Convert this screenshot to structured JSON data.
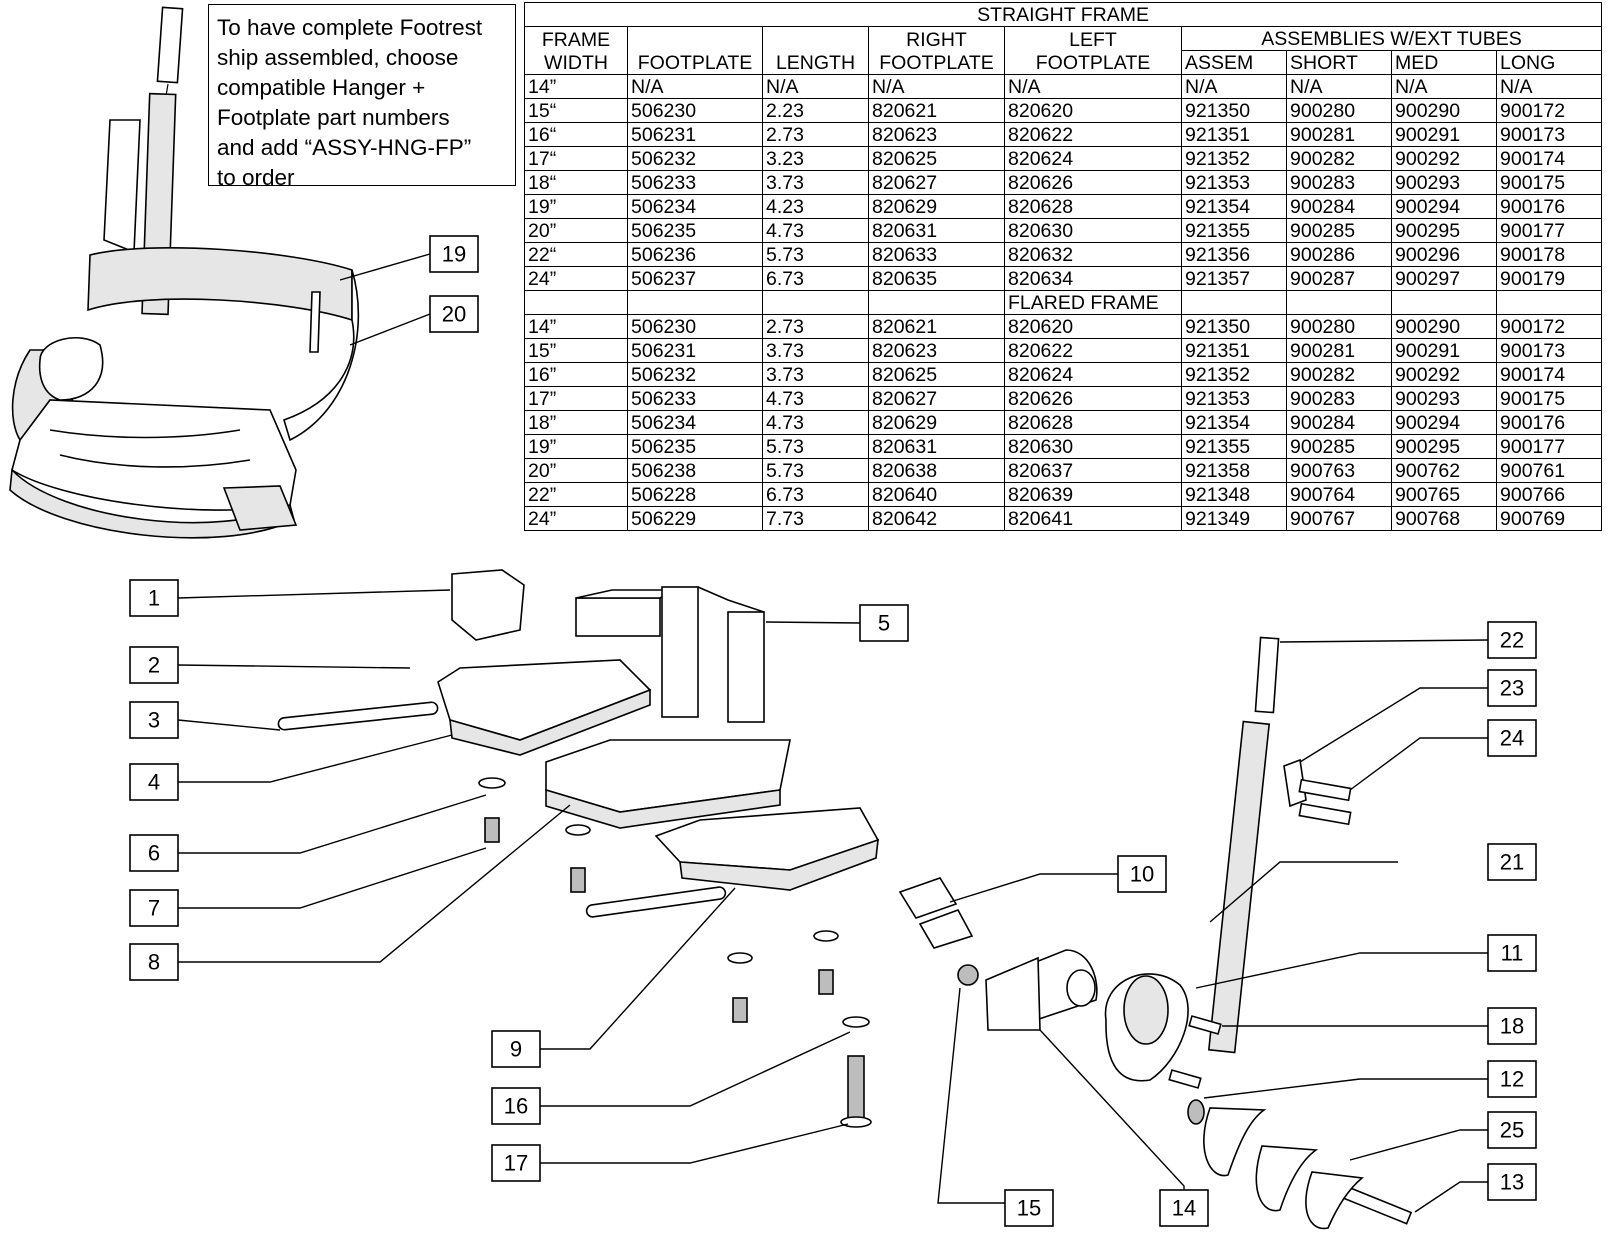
{
  "note": {
    "lines": [
      "To have complete Footrest",
      "ship assembled, choose",
      "compatible Hanger +",
      "Footplate part numbers",
      "and add “ASSY-HNG-FP”",
      "to order"
    ]
  },
  "table": {
    "title": "STRAIGHT FRAME",
    "headers": {
      "frame_width": [
        "FRAME",
        "WIDTH"
      ],
      "footplate": "FOOTPLATE",
      "length": "LENGTH",
      "right_footplate": [
        "RIGHT",
        "FOOTPLATE"
      ],
      "left_footplate": [
        "LEFT",
        "FOOTPLATE"
      ],
      "assemblies_group": "ASSEMBLIES W/EXT TUBES",
      "assem": "ASSEM",
      "short": "SHORT",
      "med": "MED",
      "long": "LONG"
    },
    "straight_rows": [
      [
        "14”",
        "N/A",
        "N/A",
        "N/A",
        "N/A",
        "N/A",
        "N/A",
        "N/A",
        "N/A"
      ],
      [
        "15“",
        "506230",
        "2.23",
        "820621",
        "820620",
        "921350",
        "900280",
        "900290",
        "900172"
      ],
      [
        "16“",
        "506231",
        "2.73",
        "820623",
        "820622",
        "921351",
        "900281",
        "900291",
        "900173"
      ],
      [
        "17“",
        "506232",
        "3.23",
        "820625",
        "820624",
        "921352",
        "900282",
        "900292",
        "900174"
      ],
      [
        "18“",
        "506233",
        "3.73",
        "820627",
        "820626",
        "921353",
        "900283",
        "900293",
        "900175"
      ],
      [
        "19”",
        "506234",
        "4.23",
        "820629",
        "820628",
        "921354",
        "900284",
        "900294",
        "900176"
      ],
      [
        "20”",
        "506235",
        "4.73",
        "820631",
        "820630",
        "921355",
        "900285",
        "900295",
        "900177"
      ],
      [
        "22“",
        "506236",
        "5.73",
        "820633",
        "820632",
        "921356",
        "900286",
        "900296",
        "900178"
      ],
      [
        "24”",
        "506237",
        "6.73",
        "820635",
        "820634",
        "921357",
        "900287",
        "900297",
        "900179"
      ]
    ],
    "flared_title": "FLARED FRAME",
    "flared_rows": [
      [
        "14”",
        "506230",
        "2.73",
        "820621",
        "820620",
        "921350",
        "900280",
        "900290",
        "900172"
      ],
      [
        "15”",
        "506231",
        "3.73",
        "820623",
        "820622",
        "921351",
        "900281",
        "900291",
        "900173"
      ],
      [
        "16”",
        "506232",
        "3.73",
        "820625",
        "820624",
        "921352",
        "900282",
        "900292",
        "900174"
      ],
      [
        "17”",
        "506233",
        "4.73",
        "820627",
        "820626",
        "921353",
        "900283",
        "900293",
        "900175"
      ],
      [
        "18”",
        "506234",
        "4.73",
        "820629",
        "820628",
        "921354",
        "900284",
        "900294",
        "900176"
      ],
      [
        "19”",
        "506235",
        "5.73",
        "820631",
        "820630",
        "921355",
        "900285",
        "900295",
        "900177"
      ],
      [
        "20”",
        "506238",
        "5.73",
        "820638",
        "820637",
        "921358",
        "900763",
        "900762",
        "900761"
      ],
      [
        "22”",
        "506228",
        "6.73",
        "820640",
        "820639",
        "921348",
        "900764",
        "900765",
        "900766"
      ],
      [
        "24”",
        "506229",
        "7.73",
        "820642",
        "820641",
        "921349",
        "900767",
        "900768",
        "900769"
      ]
    ]
  },
  "callouts": [
    "1",
    "2",
    "3",
    "4",
    "5",
    "6",
    "7",
    "8",
    "9",
    "10",
    "11",
    "12",
    "13",
    "14",
    "15",
    "16",
    "17",
    "18",
    "19",
    "20",
    "21",
    "22",
    "23",
    "24",
    "25"
  ]
}
